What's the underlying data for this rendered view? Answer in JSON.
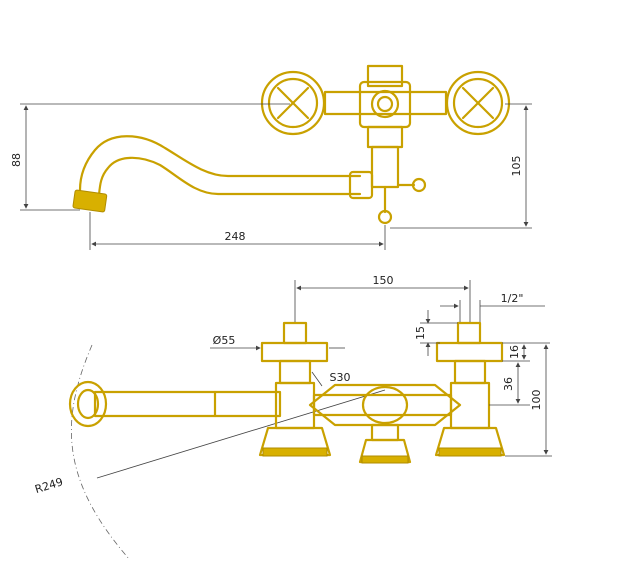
{
  "colors": {
    "brass": "#c9a100",
    "line": "#444444",
    "background": "#ffffff"
  },
  "dimensions": {
    "top_view": {
      "height_left": "88",
      "height_right": "105",
      "spout_length": "248"
    },
    "front_view": {
      "center_distance": "150",
      "thread": "1/2\"",
      "nut_diameter": "Ø55",
      "wrench_size": "S30",
      "dim_15": "15",
      "dim_16": "16",
      "dim_36": "36",
      "dim_100": "100",
      "radius": "R249"
    }
  }
}
